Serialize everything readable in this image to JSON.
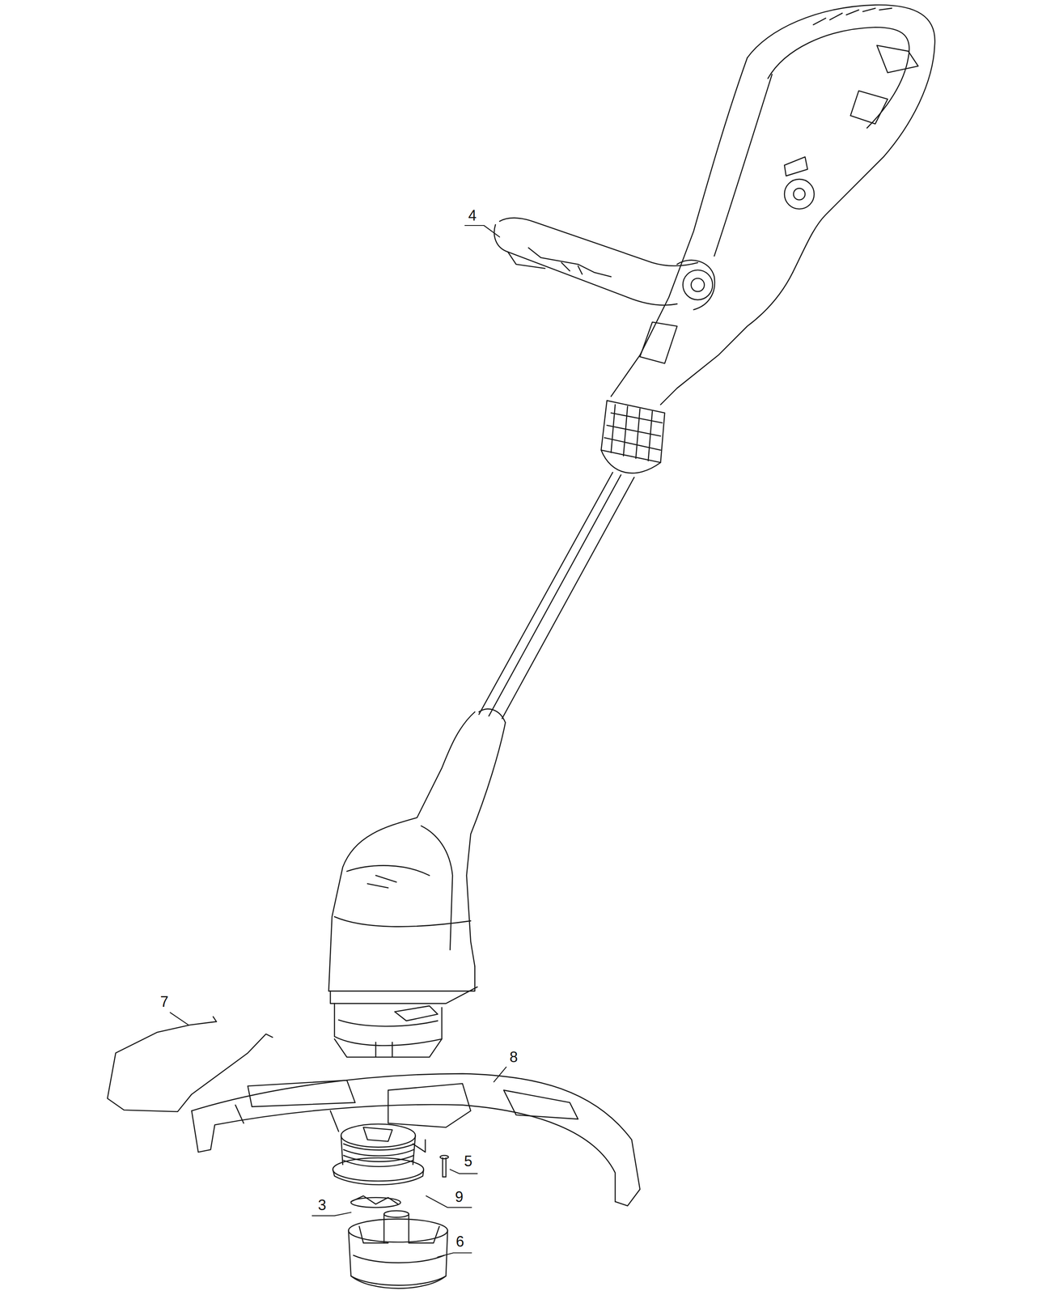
{
  "diagram": {
    "labels": [
      "4",
      "7",
      "8",
      "5",
      "9",
      "3",
      "6"
    ]
  }
}
